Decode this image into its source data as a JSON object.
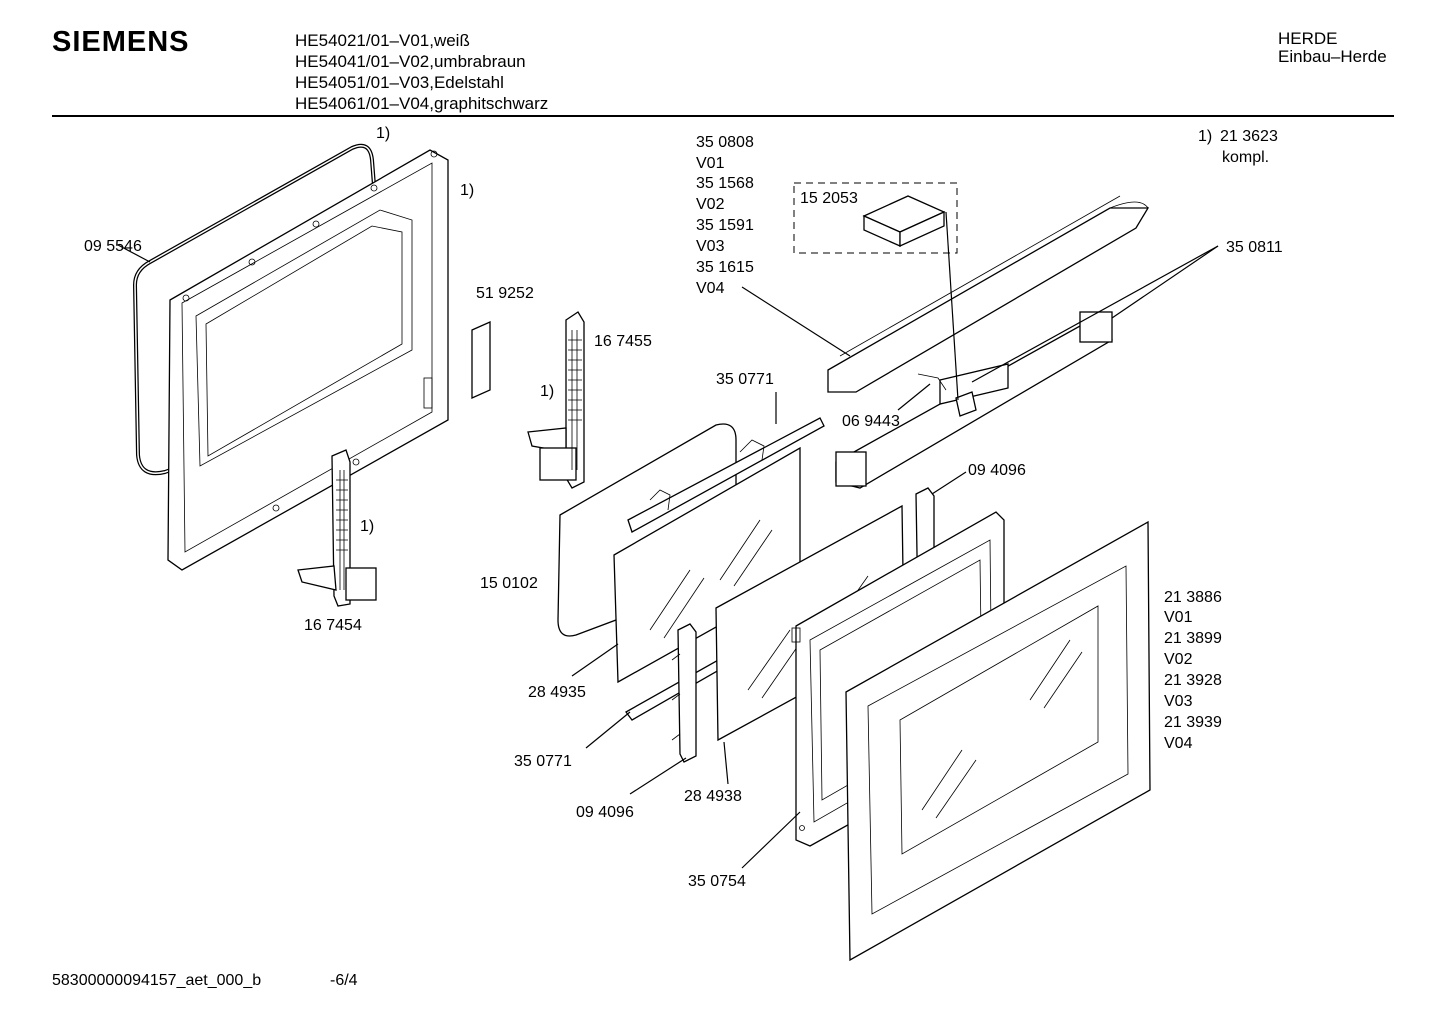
{
  "header": {
    "brand": "SIEMENS",
    "models": [
      "HE54021/01–V01,weiß",
      "HE54041/01–V02,umbrabraun",
      "HE54051/01–V03,Edelstahl",
      "HE54061/01–V04,graphitschwarz"
    ],
    "category": [
      "HERDE",
      "Einbau–Herde"
    ]
  },
  "note": {
    "marker": "1)",
    "part": "21 3623",
    "text": "kompl."
  },
  "labels": {
    "p095546": "09 5546",
    "fn_gasket": "1)",
    "fn_frame": "1)",
    "fn_hinge_mid": "1)",
    "fn_hinge_left": "1)",
    "p519252": "51 9252",
    "p167455": "16 7455",
    "p167454": "16 7454",
    "p350771_top": "35 0771",
    "p150102": "15 0102",
    "p284935": "28 4935",
    "p350771_bot": "35 0771",
    "p094096_bot": "09 4096",
    "p284938": "28 4938",
    "p350754": "35 0754",
    "p094096_top": "09 4096",
    "p069443": "06 9443",
    "p152053": "15 2053",
    "p350811": "35 0811",
    "handle_variants": [
      "35 0808",
      "V01",
      "35 1568",
      "V02",
      "35 1591",
      "V03",
      "35 1615",
      "V04"
    ],
    "door_variants": [
      "21 3886",
      "V01",
      "21 3899",
      "V02",
      "21 3928",
      "V03",
      "21 3939",
      "V04"
    ]
  },
  "footer": {
    "doc_id": "58300000094157_aet_000_b",
    "page": "-6/4"
  }
}
